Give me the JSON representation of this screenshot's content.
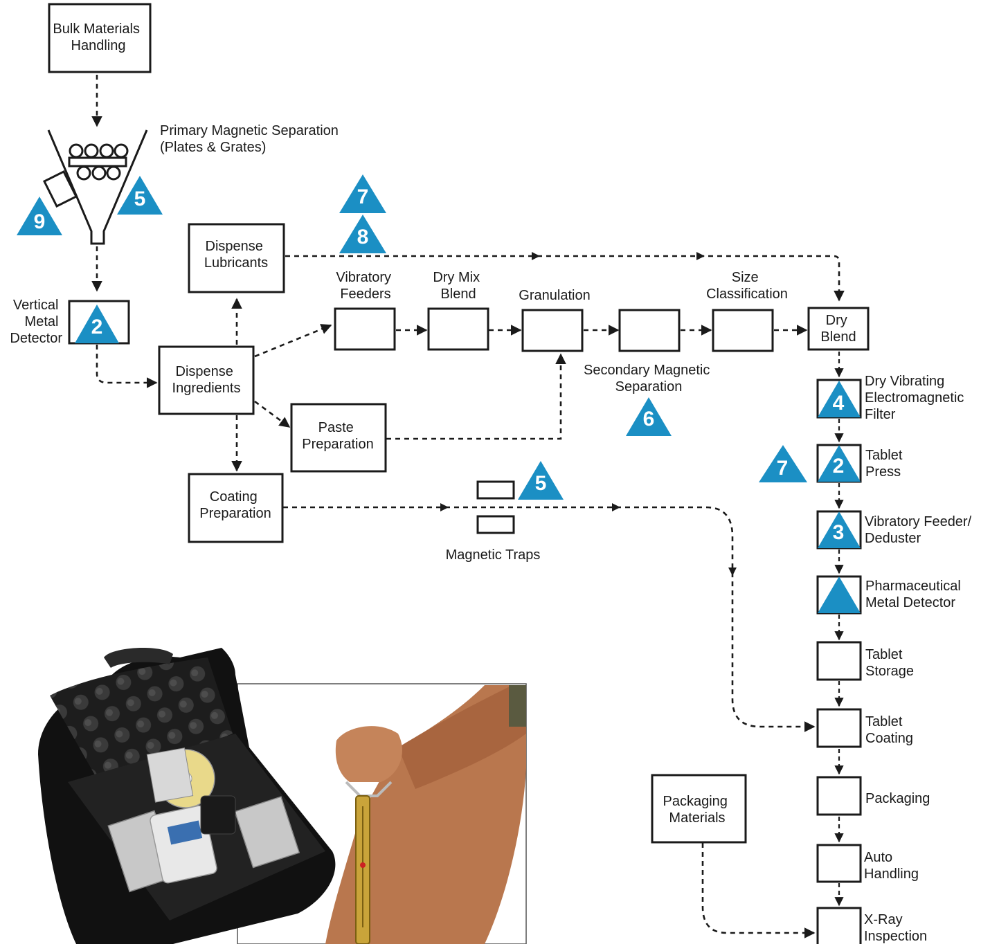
{
  "colors": {
    "accent": "#1b8fc4",
    "line": "#1a1a1a",
    "background": "#ffffff"
  },
  "nodes": {
    "bulk_materials_handling": [
      "Bulk Materials",
      "Handling"
    ],
    "primary_magnetic_separation": [
      "Primary Magnetic Separation",
      "(Plates & Grates)"
    ],
    "vertical_metal_detector": [
      "Vertical",
      "Metal",
      "Detector"
    ],
    "dispense_lubricants": [
      "Dispense",
      "Lubricants"
    ],
    "dispense_ingredients": [
      "Dispense",
      "Ingredients"
    ],
    "vibratory_feeders": [
      "Vibratory",
      "Feeders"
    ],
    "dry_mix_blend": [
      "Dry Mix",
      "Blend"
    ],
    "granulation": [
      "Granulation"
    ],
    "size_classification": [
      "Size",
      "Classification"
    ],
    "dry_blend": [
      "Dry",
      "Blend"
    ],
    "secondary_magnetic_separation": [
      "Secondary Magnetic",
      "Separation"
    ],
    "paste_preparation": [
      "Paste",
      "Preparation"
    ],
    "coating_preparation": [
      "Coating",
      "Preparation"
    ],
    "magnetic_traps": [
      "Magnetic Traps"
    ],
    "dry_vibrating_filter": [
      "Dry Vibrating",
      "Electromagnetic",
      "Filter"
    ],
    "tablet_press": [
      "Tablet",
      "Press"
    ],
    "vibratory_feeder_deduster": [
      "Vibratory Feeder/",
      "Deduster"
    ],
    "pharmaceutical_metal_detector": [
      "Pharmaceutical",
      "Metal Detector"
    ],
    "tablet_storage": [
      "Tablet",
      "Storage"
    ],
    "tablet_coating": [
      "Tablet",
      "Coating"
    ],
    "packaging": [
      "Packaging"
    ],
    "packaging_materials": [
      "Packaging",
      "Materials"
    ],
    "auto_handling": [
      "Auto",
      "Handling"
    ],
    "xray_inspection": [
      "X-Ray",
      "Inspection"
    ]
  },
  "markers": {
    "m9": "9",
    "m5_hopper": "5",
    "m7_top": "7",
    "m8_top": "8",
    "m2_detector": "2",
    "m6": "6",
    "m5_traps": "5",
    "m4": "4",
    "m7_press": "7",
    "m2_press": "2",
    "m3": "3"
  },
  "photo": {
    "left": "magnetic pull test kit in carrying case",
    "right": "pull gauge test on magnet"
  }
}
